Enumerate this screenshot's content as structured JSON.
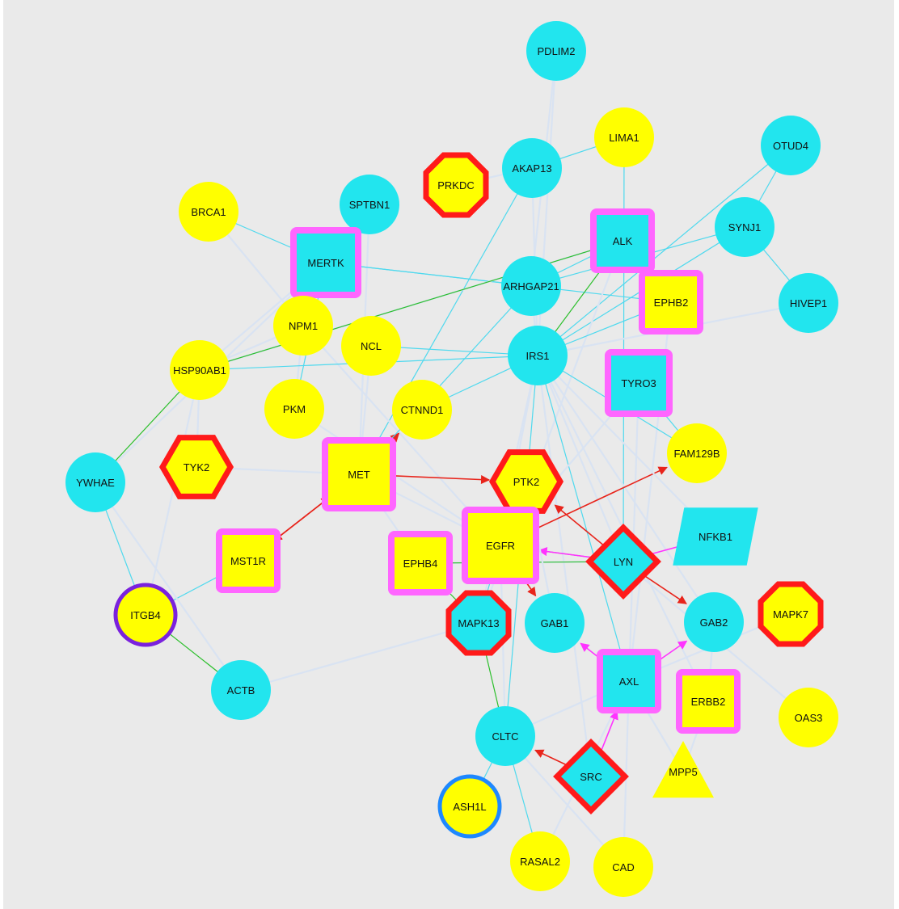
{
  "colors": {
    "background": "#eaeaea",
    "cyan": "#22e5ee",
    "yellow": "#ffff00",
    "magenta_border": "#ff66ff",
    "red_border": "#ff1a1a",
    "purple_border": "#7a22dd",
    "blue_border": "#1e88ff",
    "edge_cyan": "#4fd9ee",
    "edge_white": "#d9e3f2",
    "edge_red": "#e8241b",
    "edge_magenta": "#ff33ff",
    "edge_green": "#2cbf2c"
  },
  "nodes": [
    {
      "id": "PDLIM2",
      "label": "PDLIM2",
      "shape": "circle",
      "fill": "cyan",
      "border": "none"
    },
    {
      "id": "LIMA1",
      "label": "LIMA1",
      "shape": "circle",
      "fill": "yellow",
      "border": "none"
    },
    {
      "id": "OTUD4",
      "label": "OTUD4",
      "shape": "circle",
      "fill": "cyan",
      "border": "none"
    },
    {
      "id": "AKAP13",
      "label": "AKAP13",
      "shape": "circle",
      "fill": "cyan",
      "border": "none"
    },
    {
      "id": "PRKDC",
      "label": "PRKDC",
      "shape": "octagon",
      "fill": "yellow",
      "border": "red"
    },
    {
      "id": "SPTBN1",
      "label": "SPTBN1",
      "shape": "circle",
      "fill": "cyan",
      "border": "none"
    },
    {
      "id": "BRCA1",
      "label": "BRCA1",
      "shape": "circle",
      "fill": "yellow",
      "border": "none"
    },
    {
      "id": "SYNJ1",
      "label": "SYNJ1",
      "shape": "circle",
      "fill": "cyan",
      "border": "none"
    },
    {
      "id": "ALK",
      "label": "ALK",
      "shape": "square",
      "fill": "cyan",
      "border": "magenta"
    },
    {
      "id": "MERTK",
      "label": "MERTK",
      "shape": "square",
      "fill": "cyan",
      "border": "magenta"
    },
    {
      "id": "ARHGAP21",
      "label": "ARHGAP21",
      "shape": "circle",
      "fill": "cyan",
      "border": "none"
    },
    {
      "id": "EPHB2",
      "label": "EPHB2",
      "shape": "square",
      "fill": "yellow",
      "border": "magenta"
    },
    {
      "id": "HIVEP1",
      "label": "HIVEP1",
      "shape": "circle",
      "fill": "cyan",
      "border": "none"
    },
    {
      "id": "NPM1",
      "label": "NPM1",
      "shape": "circle",
      "fill": "yellow",
      "border": "none"
    },
    {
      "id": "NCL",
      "label": "NCL",
      "shape": "circle",
      "fill": "yellow",
      "border": "none"
    },
    {
      "id": "IRS1",
      "label": "IRS1",
      "shape": "circle",
      "fill": "cyan",
      "border": "none"
    },
    {
      "id": "HSP90AB1",
      "label": "HSP90AB1",
      "shape": "circle",
      "fill": "yellow",
      "border": "none"
    },
    {
      "id": "TYRO3",
      "label": "TYRO3",
      "shape": "square",
      "fill": "cyan",
      "border": "magenta"
    },
    {
      "id": "PKM",
      "label": "PKM",
      "shape": "circle",
      "fill": "yellow",
      "border": "none"
    },
    {
      "id": "CTNND1",
      "label": "CTNND1",
      "shape": "circle",
      "fill": "yellow",
      "border": "none"
    },
    {
      "id": "FAM129B",
      "label": "FAM129B",
      "shape": "circle",
      "fill": "yellow",
      "border": "none"
    },
    {
      "id": "TYK2",
      "label": "TYK2",
      "shape": "hexagon",
      "fill": "yellow",
      "border": "red"
    },
    {
      "id": "MET",
      "label": "MET",
      "shape": "square",
      "fill": "yellow",
      "border": "magenta"
    },
    {
      "id": "PTK2",
      "label": "PTK2",
      "shape": "hexagon",
      "fill": "yellow",
      "border": "red"
    },
    {
      "id": "YWHAE",
      "label": "YWHAE",
      "shape": "circle",
      "fill": "cyan",
      "border": "none"
    },
    {
      "id": "NFKB1",
      "label": "NFKB1",
      "shape": "parallelogram",
      "fill": "cyan",
      "border": "none"
    },
    {
      "id": "EGFR",
      "label": "EGFR",
      "shape": "square",
      "fill": "yellow",
      "border": "magenta"
    },
    {
      "id": "MST1R",
      "label": "MST1R",
      "shape": "square",
      "fill": "yellow",
      "border": "magenta"
    },
    {
      "id": "EPHB4",
      "label": "EPHB4",
      "shape": "square",
      "fill": "yellow",
      "border": "magenta"
    },
    {
      "id": "LYN",
      "label": "LYN",
      "shape": "diamond",
      "fill": "cyan",
      "border": "red"
    },
    {
      "id": "ITGB4",
      "label": "ITGB4",
      "shape": "circle",
      "fill": "yellow",
      "border": "purple"
    },
    {
      "id": "MAPK13",
      "label": "MAPK13",
      "shape": "octagon",
      "fill": "cyan",
      "border": "red"
    },
    {
      "id": "GAB1",
      "label": "GAB1",
      "shape": "circle",
      "fill": "cyan",
      "border": "none"
    },
    {
      "id": "GAB2",
      "label": "GAB2",
      "shape": "circle",
      "fill": "cyan",
      "border": "none"
    },
    {
      "id": "MAPK7",
      "label": "MAPK7",
      "shape": "octagon",
      "fill": "yellow",
      "border": "red"
    },
    {
      "id": "AXL",
      "label": "AXL",
      "shape": "square",
      "fill": "cyan",
      "border": "magenta"
    },
    {
      "id": "ACTB",
      "label": "ACTB",
      "shape": "circle",
      "fill": "cyan",
      "border": "none"
    },
    {
      "id": "ERBB2",
      "label": "ERBB2",
      "shape": "square",
      "fill": "yellow",
      "border": "magenta"
    },
    {
      "id": "OAS3",
      "label": "OAS3",
      "shape": "circle",
      "fill": "yellow",
      "border": "none"
    },
    {
      "id": "CLTC",
      "label": "CLTC",
      "shape": "circle",
      "fill": "cyan",
      "border": "none"
    },
    {
      "id": "SRC",
      "label": "SRC",
      "shape": "diamond",
      "fill": "cyan",
      "border": "red"
    },
    {
      "id": "MPP5",
      "label": "MPP5",
      "shape": "triangle",
      "fill": "yellow",
      "border": "none"
    },
    {
      "id": "ASH1L",
      "label": "ASH1L",
      "shape": "circle",
      "fill": "yellow",
      "border": "blue"
    },
    {
      "id": "RASAL2",
      "label": "RASAL2",
      "shape": "circle",
      "fill": "yellow",
      "border": "none"
    },
    {
      "id": "CAD",
      "label": "CAD",
      "shape": "circle",
      "fill": "yellow",
      "border": "none"
    }
  ],
  "edges": [
    [
      "PDLIM2",
      "ARHGAP21",
      "white"
    ],
    [
      "PDLIM2",
      "IRS1",
      "white"
    ],
    [
      "AKAP13",
      "LIMA1",
      "cyan"
    ],
    [
      "AKAP13",
      "IRS1",
      "white"
    ],
    [
      "AKAP13",
      "PRKDC",
      "white"
    ],
    [
      "AKAP13",
      "MET",
      "cyan"
    ],
    [
      "LIMA1",
      "LYN",
      "cyan"
    ],
    [
      "OTUD4",
      "IRS1",
      "cyan"
    ],
    [
      "OTUD4",
      "SYNJ1",
      "cyan"
    ],
    [
      "SYNJ1",
      "HIVEP1",
      "cyan"
    ],
    [
      "SYNJ1",
      "ARHGAP21",
      "cyan"
    ],
    [
      "SYNJ1",
      "IRS1",
      "cyan"
    ],
    [
      "SPTBN1",
      "MET",
      "white"
    ],
    [
      "BRCA1",
      "MERTK",
      "cyan"
    ],
    [
      "BRCA1",
      "NPM1",
      "white"
    ],
    [
      "MERTK",
      "ARHGAP21",
      "cyan"
    ],
    [
      "MERTK",
      "EPHB2",
      "cyan"
    ],
    [
      "MERTK",
      "HSP90AB1",
      "white"
    ],
    [
      "MERTK",
      "YWHAE",
      "white"
    ],
    [
      "MERTK",
      "PKM",
      "cyan"
    ],
    [
      "ALK",
      "IRS1",
      "green"
    ],
    [
      "ALK",
      "MAPK13",
      "white"
    ],
    [
      "ALK",
      "HSP90AB1",
      "white"
    ],
    [
      "EPHB2",
      "IRS1",
      "cyan"
    ],
    [
      "EPHB2",
      "AXL",
      "white"
    ],
    [
      "HIVEP1",
      "IRS1",
      "white"
    ],
    [
      "NPM1",
      "HSP90AB1",
      "white"
    ],
    [
      "NPM1",
      "EGFR",
      "white"
    ],
    [
      "NPM1",
      "PKM",
      "white"
    ],
    [
      "NCL",
      "IRS1",
      "cyan"
    ],
    [
      "NCL",
      "MET",
      "white"
    ],
    [
      "IRS1",
      "HSP90AB1",
      "cyan"
    ],
    [
      "IRS1",
      "CTNND1",
      "cyan"
    ],
    [
      "IRS1",
      "EGFR",
      "white"
    ],
    [
      "IRS1",
      "AXL",
      "cyan"
    ],
    [
      "IRS1",
      "LYN",
      "white"
    ],
    [
      "IRS1",
      "SRC",
      "white"
    ],
    [
      "IRS1",
      "GAB2",
      "white"
    ],
    [
      "IRS1",
      "MAPK13",
      "white"
    ],
    [
      "IRS1",
      "ERBB2",
      "white"
    ],
    [
      "IRS1",
      "CLTC",
      "cyan"
    ],
    [
      "HSP90AB1",
      "YWHAE",
      "green"
    ],
    [
      "HSP90AB1",
      "ALK",
      "green"
    ],
    [
      "HSP90AB1",
      "TYK2",
      "white"
    ],
    [
      "HSP90AB1",
      "ITGB4",
      "white"
    ],
    [
      "TYRO3",
      "FAM129B",
      "cyan"
    ],
    [
      "TYRO3",
      "EGFR",
      "white"
    ],
    [
      "TYRO3",
      "AXL",
      "white"
    ],
    [
      "PKM",
      "EGFR",
      "white"
    ],
    [
      "TYK2",
      "MET",
      "white"
    ],
    [
      "MET",
      "PTK2",
      "red"
    ],
    [
      "MET",
      "MST1R",
      "red"
    ],
    [
      "MET",
      "EGFR",
      "white"
    ],
    [
      "MET",
      "CTNND1",
      "red"
    ],
    [
      "MET",
      "ARHGAP21",
      "cyan"
    ],
    [
      "MST1R",
      "MET",
      "red"
    ],
    [
      "MST1R",
      "ITGB4",
      "cyan"
    ],
    [
      "YWHAE",
      "ITGB4",
      "cyan"
    ],
    [
      "YWHAE",
      "ACTB",
      "white"
    ],
    [
      "EGFR",
      "FAM129B",
      "red"
    ],
    [
      "EGFR",
      "PTK2",
      "white"
    ],
    [
      "EGFR",
      "GAB1",
      "red"
    ],
    [
      "EGFR",
      "MAPK13",
      "cyan"
    ],
    [
      "EGFR",
      "CLTC",
      "white"
    ],
    [
      "EGFR",
      "LYN",
      "green"
    ],
    [
      "LYN",
      "NFKB1",
      "magenta"
    ],
    [
      "LYN",
      "GAB2",
      "red"
    ],
    [
      "LYN",
      "PTK2",
      "red"
    ],
    [
      "LYN",
      "EPHB4",
      "white"
    ],
    [
      "LYN",
      "OAS3",
      "white"
    ],
    [
      "LYN",
      "EGFR",
      "magenta"
    ],
    [
      "EPHB4",
      "MAPK13",
      "green"
    ],
    [
      "EPHB4",
      "MET",
      "white"
    ],
    [
      "EPHB4",
      "LYN",
      "green"
    ],
    [
      "ITGB4",
      "ACTB",
      "green"
    ],
    [
      "MAPK13",
      "CLTC",
      "green"
    ],
    [
      "MAPK13",
      "ACTB",
      "white"
    ],
    [
      "AXL",
      "GAB1",
      "magenta"
    ],
    [
      "AXL",
      "GAB2",
      "magenta"
    ],
    [
      "AXL",
      "CLTC",
      "white"
    ],
    [
      "AXL",
      "MPP5",
      "white"
    ],
    [
      "AXL",
      "MAPK7",
      "white"
    ],
    [
      "AXL",
      "RASAL2",
      "white"
    ],
    [
      "SRC",
      "CLTC",
      "red"
    ],
    [
      "SRC",
      "AXL",
      "magenta"
    ],
    [
      "CLTC",
      "ASH1L",
      "cyan"
    ],
    [
      "CLTC",
      "RASAL2",
      "cyan"
    ],
    [
      "CLTC",
      "CAD",
      "white"
    ],
    [
      "ERBB2",
      "MPP5",
      "white"
    ],
    [
      "ERBB2",
      "GAB2",
      "white"
    ],
    [
      "CAD",
      "AXL",
      "white"
    ],
    [
      "GAB2",
      "ERBB2",
      "white"
    ],
    [
      "PTK2",
      "GAB1",
      "white"
    ],
    [
      "ARHGAP21",
      "IRS1",
      "white"
    ],
    [
      "ARHGAP21",
      "ALK",
      "cyan"
    ],
    [
      "IRS1",
      "FAM129B",
      "cyan"
    ],
    [
      "IRS1",
      "NFKB1",
      "white"
    ]
  ]
}
